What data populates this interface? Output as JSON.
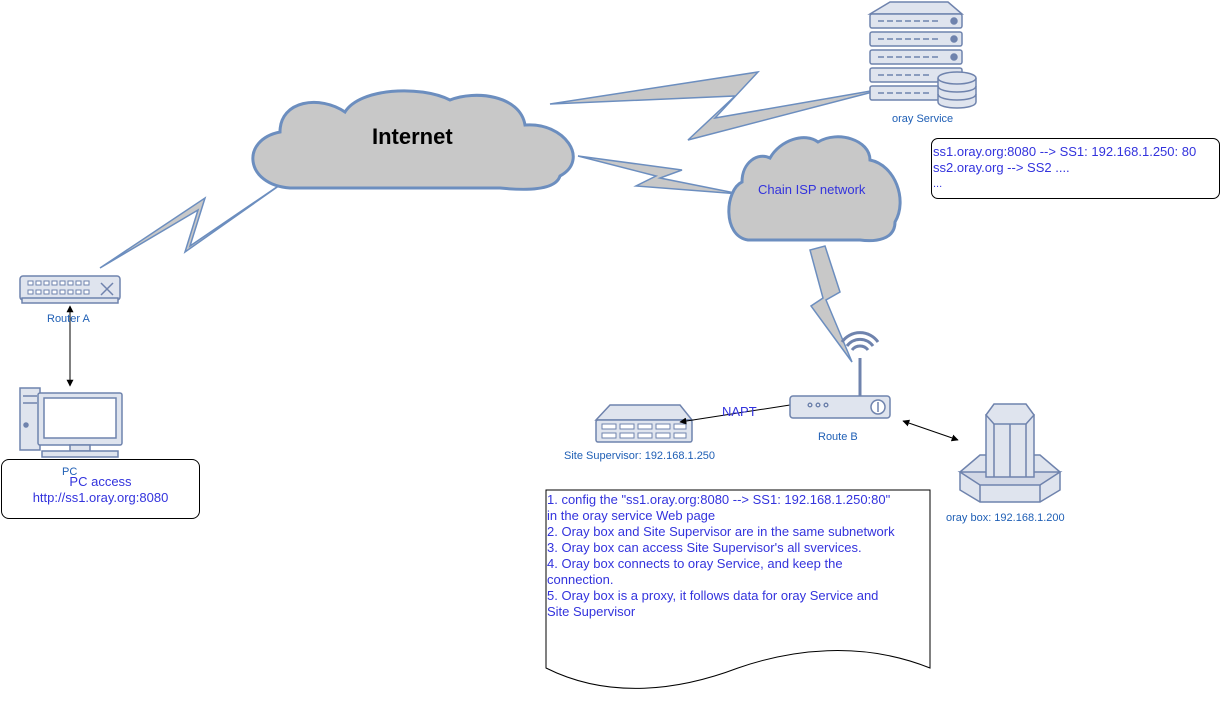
{
  "cloud_internet": {
    "label": "Internet"
  },
  "cloud_isp": {
    "label": "Chain ISP network"
  },
  "oray_service": {
    "label": "oray Service"
  },
  "mapping_note": {
    "lines": [
      "ss1.oray.org:8080 --> SS1: 192.168.1.250: 80",
      "ss2.oray.org --> SS2  ....",
      "..."
    ]
  },
  "router_a": {
    "label": "Router A"
  },
  "pc": {
    "label": "PC"
  },
  "pc_note": {
    "lines": [
      "PC access",
      "http://ss1.oray.org:8080"
    ]
  },
  "site_supervisor": {
    "label": "Site Supervisor: 192.168.1.250"
  },
  "napt": {
    "label": "NAPT"
  },
  "router_b": {
    "label": "Route B"
  },
  "oray_box": {
    "label": "oray box: 192.168.1.200"
  },
  "steps_note": {
    "lines": [
      "1. config the \"ss1.oray.org:8080 --> SS1: 192.168.1.250:80\"",
      "in the oray service Web page",
      "2. Oray box and Site Supervisor are in the same subnetwork",
      "3. Oray box can access Site Supervisor's all svervices.",
      "4. Oray box connects to oray Service, and keep the",
      "connection.",
      "5. Oray box is a proxy, it follows data for  oray Service and",
      "Site Supervisor"
    ]
  },
  "colors": {
    "device_fill": "#dfe4ee",
    "device_stroke": "#6f83ad",
    "cloud_fill": "#c8c8c8",
    "cloud_stroke": "#6c8ebf",
    "label_blue": "#1f5fb5",
    "note_text": "#3333dd"
  }
}
